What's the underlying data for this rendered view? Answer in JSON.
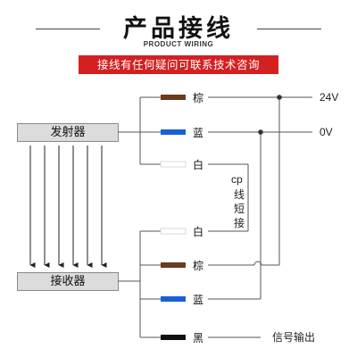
{
  "header": {
    "title": "产品接线",
    "subtitle": "PRODUCT WIRING",
    "banner": "接线有任何疑问可联系技术咨询"
  },
  "emitter": {
    "label": "发射器",
    "wires": [
      {
        "name": "棕",
        "color": "#6b3a1f"
      },
      {
        "name": "蓝",
        "color": "#1a5fd6"
      },
      {
        "name": "白",
        "color": "#ffffff"
      }
    ]
  },
  "receiver": {
    "label": "接收器",
    "wires": [
      {
        "name": "白",
        "color": "#ffffff"
      },
      {
        "name": "棕",
        "color": "#6b3a1f"
      },
      {
        "name": "蓝",
        "color": "#1a5fd6"
      },
      {
        "name": "黑",
        "color": "#111111"
      }
    ]
  },
  "terminals": {
    "v24": "24V",
    "v0": "0V",
    "signal": "信号输出"
  },
  "short_note": {
    "line1": "cp",
    "line2": "线",
    "line3": "短",
    "line4": "接"
  }
}
